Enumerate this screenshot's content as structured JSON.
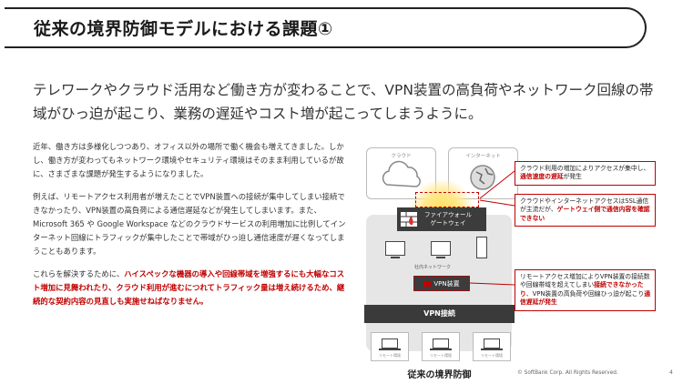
{
  "title": "従来の境界防御モデルにおける課題①",
  "headline": "テレワークやクラウド活用など働き方が変わることで、VPN装置の高負荷やネットワーク回線の帯域がひっ迫が起こり、業務の遅延やコスト増が起こってしまうように。",
  "body": {
    "p1": "近年、働き方は多様化しつつあり、オフィス以外の場所で働く機会も増えてきました。しかし、働き方が変わってもネットワーク環境やセキュリティ環境はそのまま利用しているが故に、さまざまな課題が発生するようになりました。",
    "p2": "例えば、リモートアクセス利用者が増えたことでVPN装置への接続が集中してしまい接続できなかったり、VPN装置の高負荷による通信遅延などが発生してしまいます。また、Microsoft 365 や Google Workspace などのクラウドサービスの利用増加に比例してインターネット回線にトラフィックが集中したことで帯域がひっ迫し通信速度が遅くなってしまうこともあります。",
    "p3_pre": "これらを解決するために、",
    "p3_hl": "ハイスペックな機器の導入や回線帯域を増強するにも大幅なコスト増加に見舞われたり、クラウド利用が進むにつれてトラフィック量は増え続けるため、継続的な契約内容の見直しも実施せねばなりません。"
  },
  "diagram": {
    "cloud_label": "クラウド",
    "internet_label": "インターネット",
    "firewall_line1": "ファイアウォール",
    "firewall_line2": "ゲートウェイ",
    "network_label": "社内ネットワーク",
    "vpn_device": "VPN装置",
    "vpn_connection": "VPN接続",
    "remote_label": "リモート環境",
    "caption": "従来の境界防御",
    "callout1_a": "クラウド利用の増加によりアクセスが集中し、",
    "callout1_hl": "通信速度の遅延",
    "callout1_b": "が発生",
    "callout2_a": "クラウドやインターネットアクセスはSSL通信が主流だが、",
    "callout2_hl": "ゲートウェイ側で通信内容を確認できない",
    "callout3_a": "リモートアクセス増加によりVPN装置の接続数や回線帯域を超えてしまい",
    "callout3_hl1": "接続できなかったり",
    "callout3_b": "、VPN装置の高負荷や回線ひっ迫が起こり",
    "callout3_hl2": "通信遅延が発生"
  },
  "footer": "© SoftBank Corp. All Rights Reserved.",
  "page_number": "4",
  "colors": {
    "accent": "#c00000",
    "dark": "#3c3c3c",
    "gray_area": "#e6e6e6"
  }
}
